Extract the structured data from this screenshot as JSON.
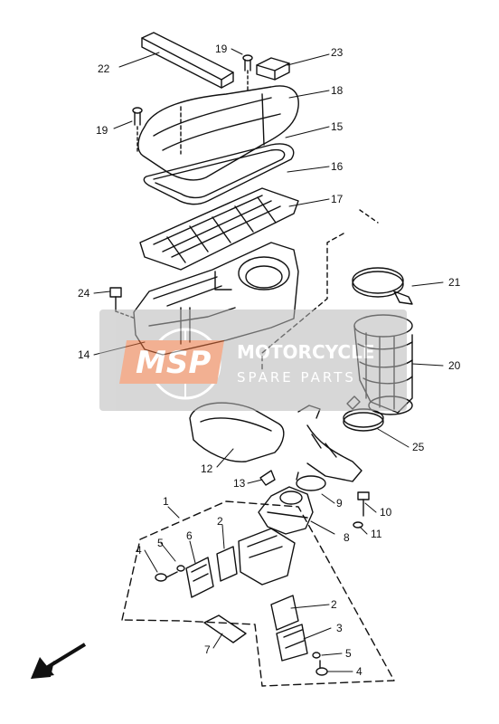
{
  "diagram": {
    "title": "",
    "callouts": [
      {
        "id": "22",
        "text": "22"
      },
      {
        "id": "19a",
        "text": "19"
      },
      {
        "id": "23",
        "text": "23"
      },
      {
        "id": "18",
        "text": "18"
      },
      {
        "id": "19b",
        "text": "19"
      },
      {
        "id": "15",
        "text": "15"
      },
      {
        "id": "16",
        "text": "16"
      },
      {
        "id": "17",
        "text": "17"
      },
      {
        "id": "21",
        "text": "21"
      },
      {
        "id": "24",
        "text": "24"
      },
      {
        "id": "14",
        "text": "14"
      },
      {
        "id": "20",
        "text": "20"
      },
      {
        "id": "25",
        "text": "25"
      },
      {
        "id": "12",
        "text": "12"
      },
      {
        "id": "13",
        "text": "13"
      },
      {
        "id": "9",
        "text": "9"
      },
      {
        "id": "10",
        "text": "10"
      },
      {
        "id": "1",
        "text": "1"
      },
      {
        "id": "8",
        "text": "8"
      },
      {
        "id": "11",
        "text": "11"
      },
      {
        "id": "2a",
        "text": "2"
      },
      {
        "id": "5a",
        "text": "5"
      },
      {
        "id": "6",
        "text": "6"
      },
      {
        "id": "4a",
        "text": "4"
      },
      {
        "id": "2b",
        "text": "2"
      },
      {
        "id": "3",
        "text": "3"
      },
      {
        "id": "7",
        "text": "7"
      },
      {
        "id": "5b",
        "text": "5"
      },
      {
        "id": "4b",
        "text": "4"
      }
    ]
  },
  "watermark": {
    "logo_text": "MSP",
    "title": "MOTORCYCLE",
    "subtitle": "SPARE PARTS",
    "colors": {
      "logo": "#e8703a",
      "band": "#b8b8b8"
    }
  },
  "direction_arrow": {
    "icon": "front-direction-arrow-icon"
  }
}
